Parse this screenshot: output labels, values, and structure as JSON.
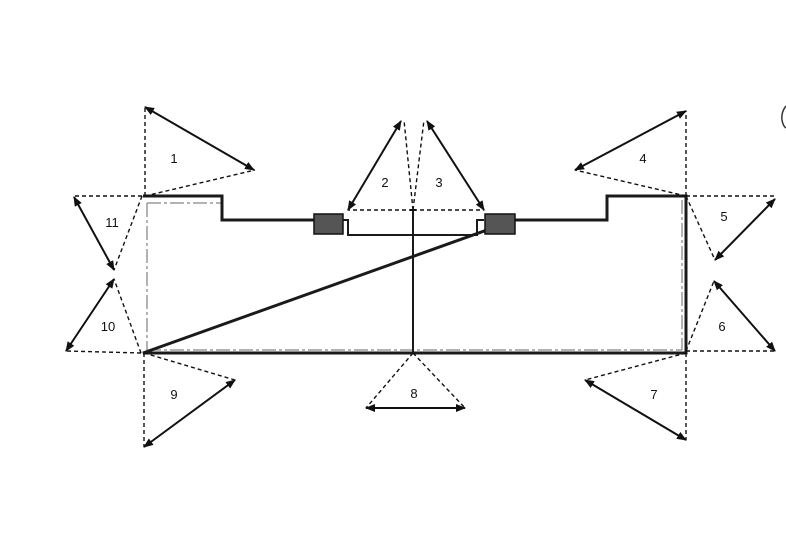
{
  "regions": [
    {
      "id": 1,
      "label": "1"
    },
    {
      "id": 2,
      "label": "2"
    },
    {
      "id": 3,
      "label": "3"
    },
    {
      "id": 4,
      "label": "4"
    },
    {
      "id": 5,
      "label": "5"
    },
    {
      "id": 6,
      "label": "6"
    },
    {
      "id": 7,
      "label": "7"
    },
    {
      "id": 8,
      "label": "8"
    },
    {
      "id": 9,
      "label": "9"
    },
    {
      "id": 10,
      "label": "10"
    },
    {
      "id": 11,
      "label": "11"
    }
  ]
}
